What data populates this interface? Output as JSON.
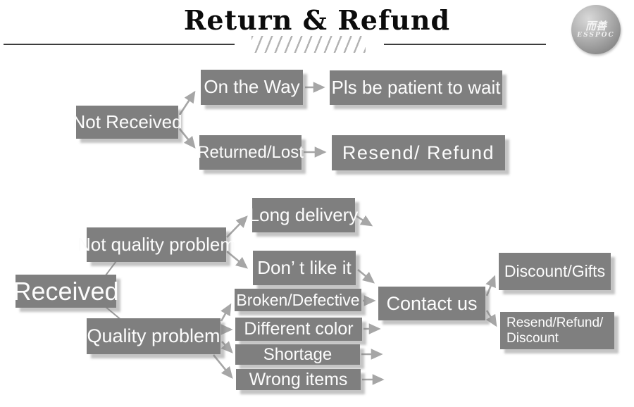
{
  "header": {
    "title": "Return & Refund",
    "logo": {
      "cjk": "而善",
      "latin": "ESSPOC"
    }
  },
  "flowchart": {
    "nodes": {
      "not_received": "Not Received",
      "on_the_way": "On the Way",
      "pls_wait": "Pls be patient to wait",
      "returned_lost": "Returned/Lost",
      "resend_refund": "Resend/ Refund",
      "received": "Received",
      "not_quality_problem": "Not quality problem",
      "long_delivery": "Long delivery",
      "dont_like_it": "Don’ t like it",
      "broken_defective": "Broken/Defective",
      "different_color": "Different color",
      "shortage": "Shortage",
      "wrong_items": "Wrong items",
      "quality_problem": "Quality problem",
      "contact_us": "Contact us",
      "discount_gifts": "Discount/Gifts",
      "resend_refund_discount_line1": "Resend/Refund/",
      "resend_refund_discount_line2": "Discount"
    },
    "colors": {
      "node_bg": "#7f7f7f",
      "node_text": "#fcfcfc",
      "arrow": "#a6a6a6",
      "rule": "#3c3c3c"
    }
  }
}
